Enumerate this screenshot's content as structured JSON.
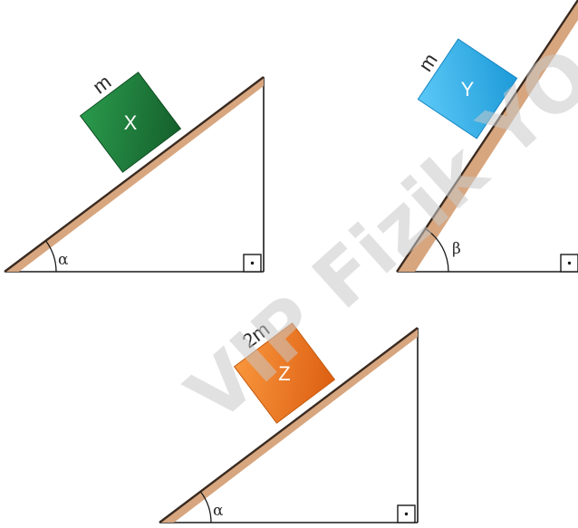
{
  "figures": [
    {
      "id": "incline-1",
      "block_letter": "X",
      "mass_label": "m",
      "angle_label": "α",
      "block_color": "#1f7a3a",
      "block_edge_color": "#0f4d22"
    },
    {
      "id": "incline-2",
      "block_letter": "Y",
      "mass_label": "m",
      "angle_label": "β",
      "block_color": "#3ab7f0",
      "block_edge_color": "#1786c2"
    },
    {
      "id": "incline-3",
      "block_letter": "Z",
      "mass_label": "2m",
      "angle_label": "α",
      "block_color": "#f07a22",
      "block_edge_color": "#c45a0c"
    }
  ],
  "colors": {
    "board": "#d7a67f",
    "board_edge": "#3a2a20",
    "triangle_line": "#1a1a1a"
  },
  "watermark": "VIP Fizik YO"
}
